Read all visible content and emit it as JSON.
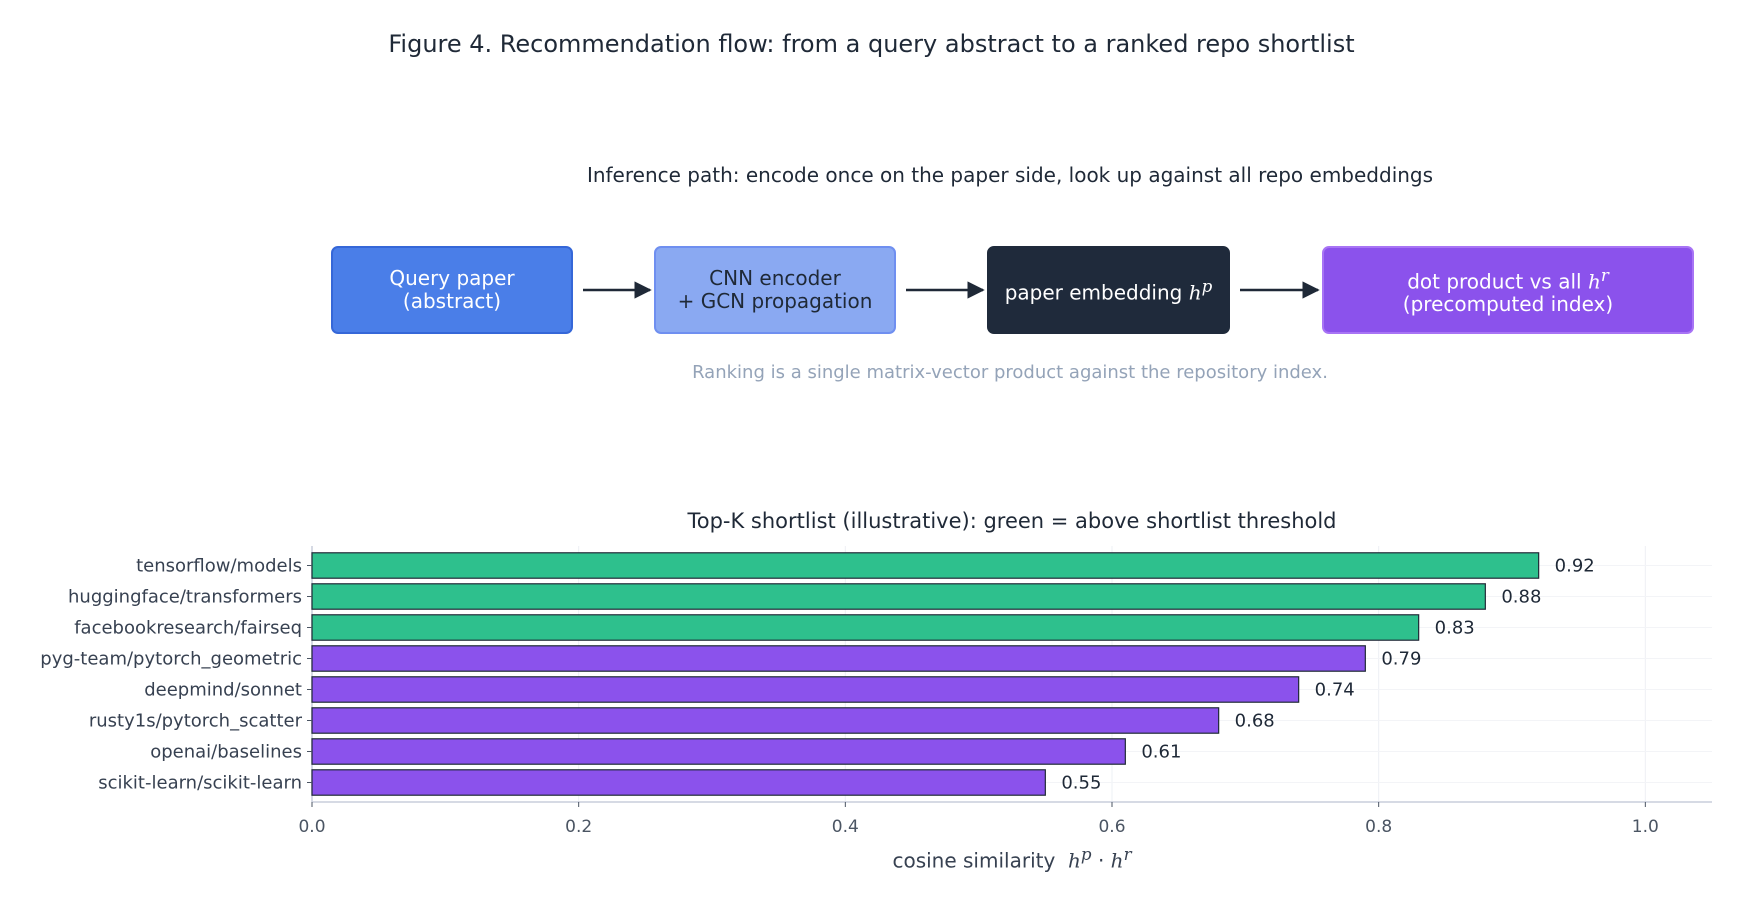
{
  "figure_title": "Figure 4. Recommendation flow: from a query abstract to a ranked repo shortlist",
  "diagram": {
    "subtitle": "Inference path: encode once on the paper side, look up against all repo embeddings",
    "nodes": [
      {
        "line1": "Query paper",
        "line2": "(abstract)"
      },
      {
        "line1": "CNN encoder",
        "line2": "+ GCN propagation"
      },
      {
        "text": "paper embedding",
        "math": "h",
        "sup": "p"
      },
      {
        "text": "dot product vs all",
        "math": "h",
        "sup": "r",
        "line2": "(precomputed index)"
      }
    ],
    "note": "Ranking is a single matrix-vector product against the repository index."
  },
  "colors": {
    "above_threshold": "#2ec08d",
    "below_threshold": "#8b52ec",
    "bar_edge": "#1f2937",
    "arrow": "#1f2937"
  },
  "chart_data": {
    "type": "bar",
    "orientation": "horizontal",
    "title": "Top-K shortlist (illustrative): green = above shortlist threshold",
    "xlabel": "cosine similarity",
    "xlabel_math": {
      "a": "h",
      "a_sup": "p",
      "op": "·",
      "b": "h",
      "b_sup": "r"
    },
    "xlim": [
      0,
      1.05
    ],
    "xticks": [
      0.0,
      0.2,
      0.4,
      0.6,
      0.8,
      1.0
    ],
    "grid": true,
    "categories": [
      "tensorflow/models",
      "huggingface/transformers",
      "facebookresearch/fairseq",
      "pyg-team/pytorch_geometric",
      "deepmind/sonnet",
      "rusty1s/pytorch_scatter",
      "openai/baselines",
      "scikit-learn/scikit-learn"
    ],
    "values": [
      0.92,
      0.88,
      0.83,
      0.79,
      0.74,
      0.68,
      0.61,
      0.55
    ],
    "above_threshold": [
      true,
      true,
      true,
      false,
      false,
      false,
      false,
      false
    ]
  }
}
